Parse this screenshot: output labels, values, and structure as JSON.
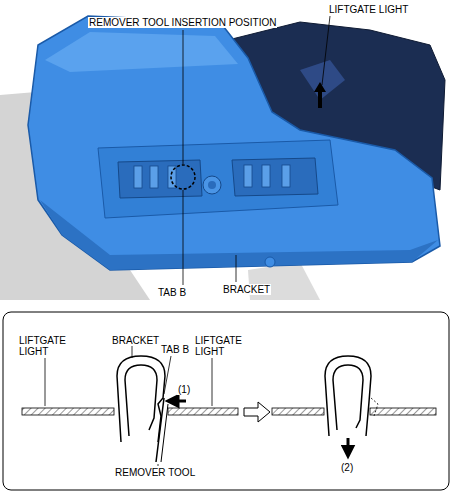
{
  "diagram": {
    "labels": [
      "REMOVER TOOL INSERTION POSITION",
      "LIFTGATE LIGHT",
      "TAB B",
      "BRACKET",
      "LIFTGATE LIGHT",
      "BRACKET",
      "TAB B",
      "LIFTGATE LIGHT",
      "(1)",
      "REMOVER TOOL",
      "(2)"
    ]
  }
}
